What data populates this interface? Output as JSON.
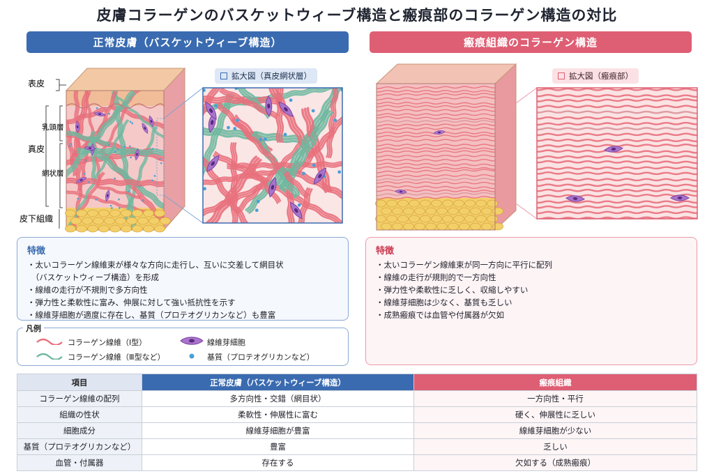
{
  "title": "皮膚コラーゲンのバスケットウィーブ構造と瘢痕部のコラーゲン構造の対比",
  "left_panel": {
    "banner": "正常皮膚（バスケットウィーブ構造）",
    "zoom_label": "拡大図（真皮網状層）",
    "layers": {
      "epidermis": "表皮",
      "dermis": "真皮",
      "papillary": "乳頭層",
      "reticular": "網状層",
      "subcutis": "皮下組織"
    },
    "features_title": "特徴",
    "features": [
      "・太いコラーゲン線維束が様々な方向に走行し、互いに交差して網目状",
      "　（バスケットウィーブ構造）を形成",
      "・線維の走行が不規則で多方向性",
      "・弾力性と柔軟性に富み、伸展に対して強い抵抗性を示す",
      "・線維芽細胞が適度に存在し、基質（プロテオグリカンなど）も豊富"
    ]
  },
  "right_panel": {
    "banner": "瘢痕組織のコラーゲン構造",
    "zoom_label": "拡大図（瘢痕部）",
    "features_title": "特徴",
    "features": [
      "・太いコラーゲン線維束が同一方向に平行に配列",
      "・線維の走行が規則的で一方向性",
      "・弾力性や柔軟性に乏しく、収縮しやすい",
      "・線維芽細胞は少なく、基質も乏しい",
      "・成熟瘢痕では血管や付属器が欠如"
    ]
  },
  "legend": {
    "title": "凡例",
    "items": [
      "コラーゲン線維（Ⅰ型）",
      "コラーゲン線維（Ⅲ型など）",
      "線維芽細胞",
      "基質（プロテオグリカンなど）"
    ]
  },
  "colors": {
    "normal_accent": "#3a6bb0",
    "scar_accent": "#de5e73",
    "collagen_I": "#e8707c",
    "collagen_III": "#6fb8a0",
    "fibroblast": "#8a4fb0",
    "matrix": "#4a9fd8",
    "fat": "#f3cf6a"
  },
  "table": {
    "headers": [
      "項目",
      "正常皮膚（バスケットウィーブ構造）",
      "瘢痕組織"
    ],
    "rows": [
      [
        "コラーゲン線維の配列",
        "多方向性・交錯（網目状）",
        "一方向性・平行"
      ],
      [
        "組織の性状",
        "柔軟性・伸展性に富む",
        "硬く、伸展性に乏しい"
      ],
      [
        "細胞成分",
        "線維芽細胞が豊富",
        "線維芽細胞が少ない"
      ],
      [
        "基質（プロテオグリカンなど）",
        "豊富",
        "乏しい"
      ],
      [
        "血管・付属器",
        "存在する",
        "欠如する（成熟瘢痕）"
      ]
    ]
  }
}
